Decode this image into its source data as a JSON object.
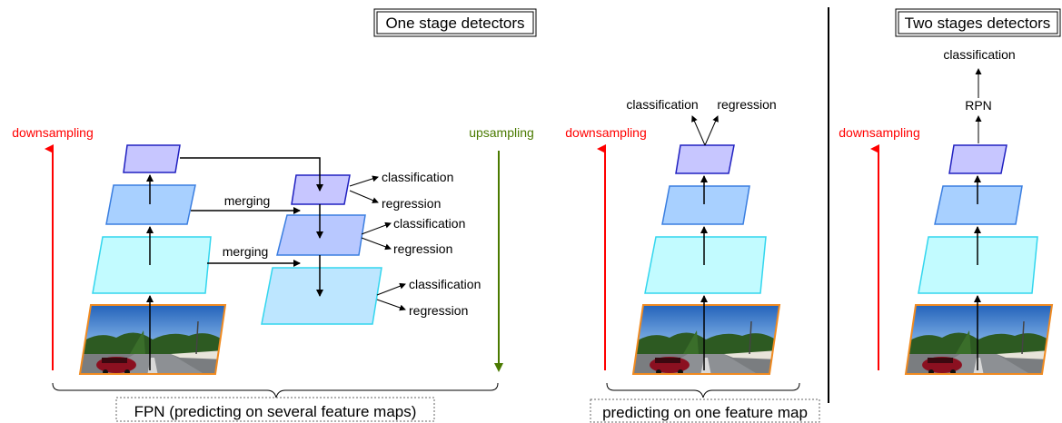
{
  "titles": {
    "one_stage": "One stage detectors",
    "two_stage": "Two stages detectors"
  },
  "captions": {
    "fpn": "FPN (predicting on several feature maps)",
    "single_map": "predicting on one feature map"
  },
  "labels": {
    "downsampling": "downsampling",
    "upsampling": "upsampling",
    "merging": "merging",
    "classification": "classification",
    "regression": "regression",
    "rpn": "RPN"
  },
  "colors": {
    "downsampling": "#ff0000",
    "upsampling": "#4a7a00",
    "level_small": "#c7c6ff",
    "level_small_border": "#2020c0",
    "level_mid": "#a8d0ff",
    "level_mid_border": "#3a7ee0",
    "level_large": "#c2fbff",
    "level_large_border": "#33d6ee",
    "fpn_top_down": "#b8c8ff",
    "fpn_large": "#bde6ff",
    "image_border": "#f08a20"
  }
}
